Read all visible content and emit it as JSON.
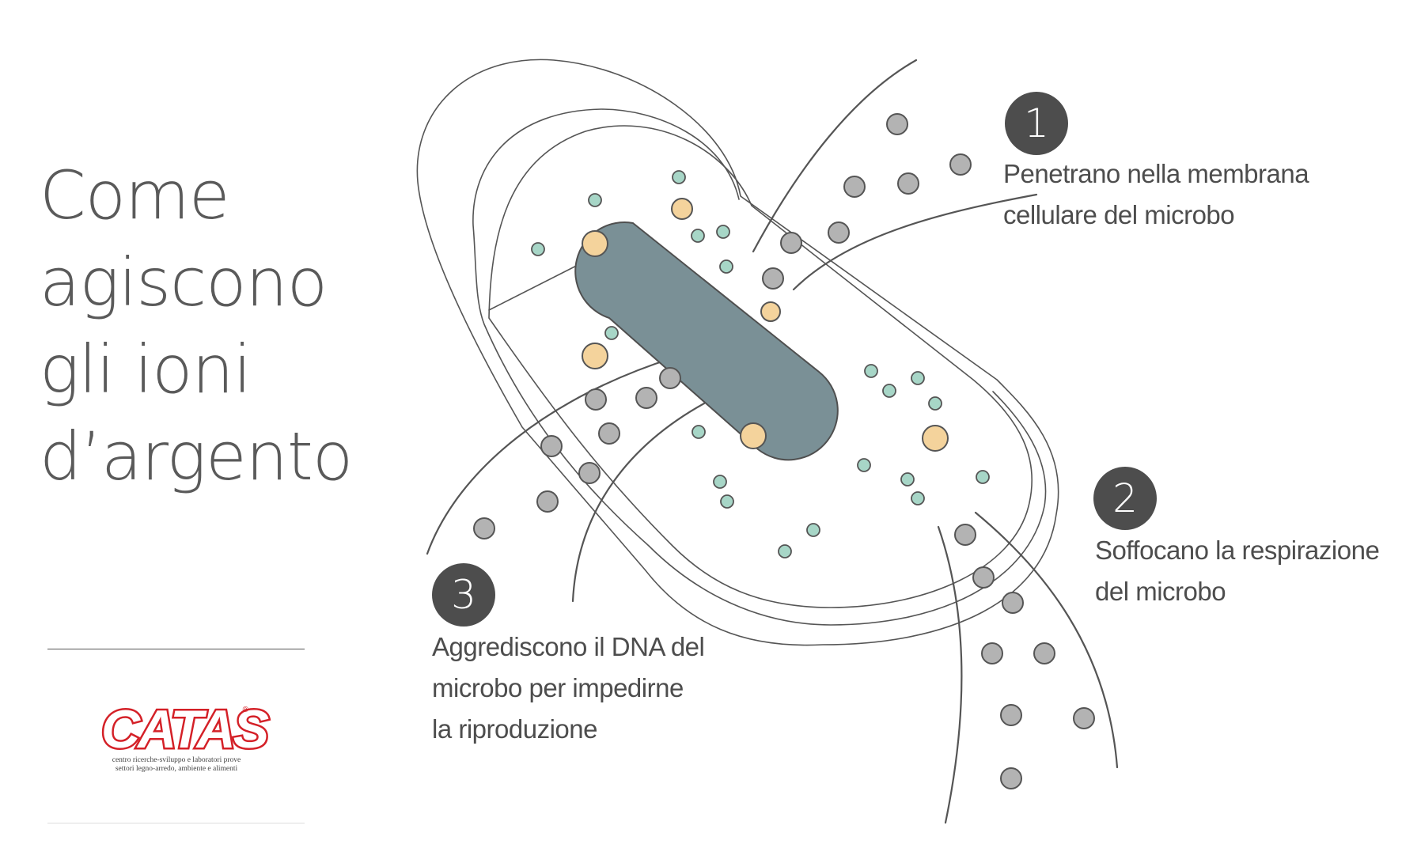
{
  "title": {
    "lines": [
      "Come",
      "agiscono",
      "gli ioni",
      "d’argento"
    ]
  },
  "steps": [
    {
      "number": "1",
      "lines": [
        "Penetrano nella membrana",
        "cellulare del microbo"
      ]
    },
    {
      "number": "2",
      "lines": [
        "Soffocano la respirazione",
        "del microbo"
      ]
    },
    {
      "number": "3",
      "lines": [
        "Aggrediscono il DNA del",
        "microbo per impedirne",
        "la riproduzione"
      ]
    }
  ],
  "logo": {
    "name": "CATAS",
    "registered": "®",
    "tagline": [
      "centro ricerche-sviluppo e laboratori prove",
      "settori legno-arredo, ambiente e alimenti"
    ]
  },
  "colors": {
    "text": "#555555",
    "badge": "#4d4d4d",
    "outline": "#555555",
    "nucleoid": "#7a9096",
    "silver_ion": "#b3b3b3",
    "yellow_particle": "#f4d39c",
    "green_particle": "#a7d6c7",
    "logo_red": "#d42027"
  }
}
